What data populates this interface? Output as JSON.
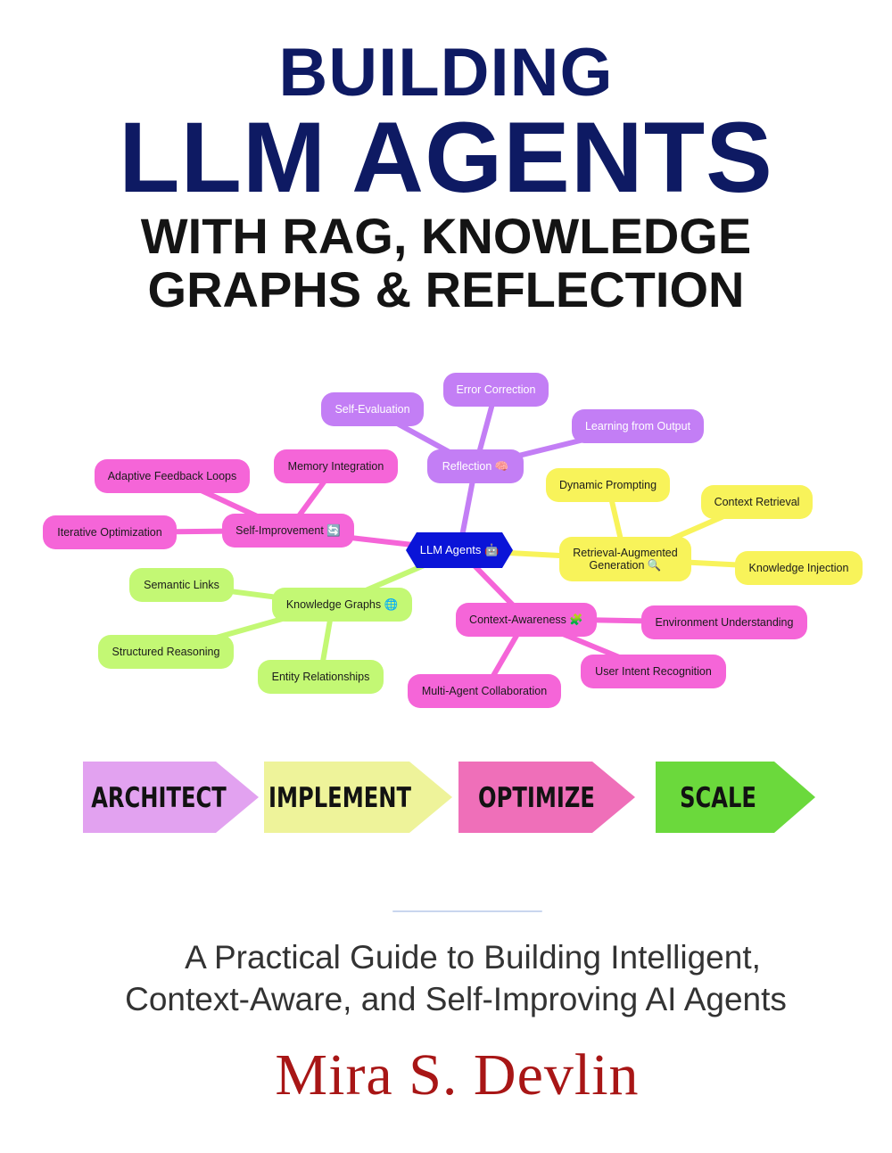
{
  "cover": {
    "title_line1": "BUILDING",
    "title_line2": "LLM AGENTS",
    "title_line3": "WITH RAG, KNOWLEDGE",
    "title_line4": "GRAPHS & REFLECTION",
    "subtitle_line1": "A Practical Guide to Building Intelligent,",
    "subtitle_line2": "Context-Aware, and Self-Improving AI Agents",
    "author": "Mira S. Devlin"
  },
  "mindmap": {
    "hub": "LLM Agents 🤖",
    "branches": {
      "reflection": {
        "label": "Reflection 🧠",
        "color": "#c37ef5",
        "children": [
          "Self-Evaluation",
          "Error Correction",
          "Learning from Output"
        ]
      },
      "self_improvement": {
        "label": "Self-Improvement 🔄",
        "color": "#f565d8",
        "children": [
          "Adaptive Feedback Loops",
          "Memory Integration",
          "Iterative Optimization"
        ]
      },
      "rag": {
        "label_line1": "Retrieval-Augmented",
        "label_line2": "Generation 🔍",
        "color": "#f8f35a",
        "children": [
          "Dynamic Prompting",
          "Context Retrieval",
          "Knowledge Injection"
        ]
      },
      "knowledge_graphs": {
        "label": "Knowledge Graphs 🌐",
        "color": "#c3f874",
        "children": [
          "Semantic Links",
          "Structured Reasoning",
          "Entity Relationships"
        ]
      },
      "context_awareness": {
        "label": "Context-Awareness 🧩",
        "color": "#f565d8",
        "children": [
          "Environment Understanding",
          "User Intent Recognition",
          "Multi-Agent Collaboration"
        ]
      }
    }
  },
  "steps": [
    {
      "label": "ARCHITECT",
      "color": "#e2a2f0"
    },
    {
      "label": "IMPLEMENT",
      "color": "#eef39a"
    },
    {
      "label": "OPTIMIZE",
      "color": "#ef6fb9"
    },
    {
      "label": "SCALE",
      "color": "#6bd93c"
    }
  ]
}
